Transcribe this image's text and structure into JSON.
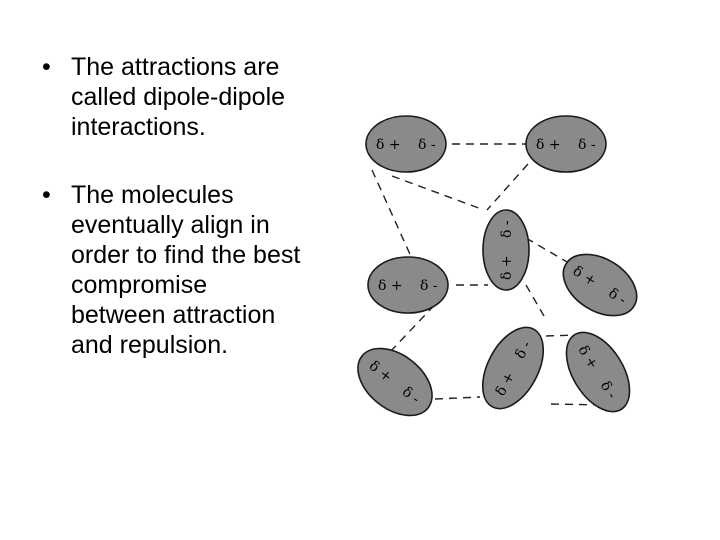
{
  "slide": {
    "bullets": [
      {
        "marker": "•",
        "text": "The attractions are called dipole-dipole interactions."
      },
      {
        "marker": "•",
        "text": "The molecules eventually align in order to find the best compromise between attraction and repulsion."
      }
    ]
  },
  "diagram": {
    "molecules": [
      {
        "id": "top-left",
        "pos_label": "δ +",
        "neg_label": "δ -"
      },
      {
        "id": "top-right",
        "pos_label": "δ +",
        "neg_label": "δ -"
      },
      {
        "id": "middle-left",
        "pos_label": "δ +",
        "neg_label": "δ -"
      },
      {
        "id": "center-vertical",
        "pos_label": "δ +",
        "neg_label": "δ -"
      },
      {
        "id": "middle-right",
        "pos_label": "δ +",
        "neg_label": "δ -"
      },
      {
        "id": "bottom-left",
        "pos_label": "δ +",
        "neg_label": "δ -"
      },
      {
        "id": "bottom-center",
        "pos_label": "δ +",
        "neg_label": "δ -"
      },
      {
        "id": "bottom-right",
        "pos_label": "δ +",
        "neg_label": "δ -"
      }
    ],
    "colors": {
      "molecule_fill": "#8a8a8a",
      "outline": "#1a1a1a",
      "text": "#000000"
    }
  }
}
